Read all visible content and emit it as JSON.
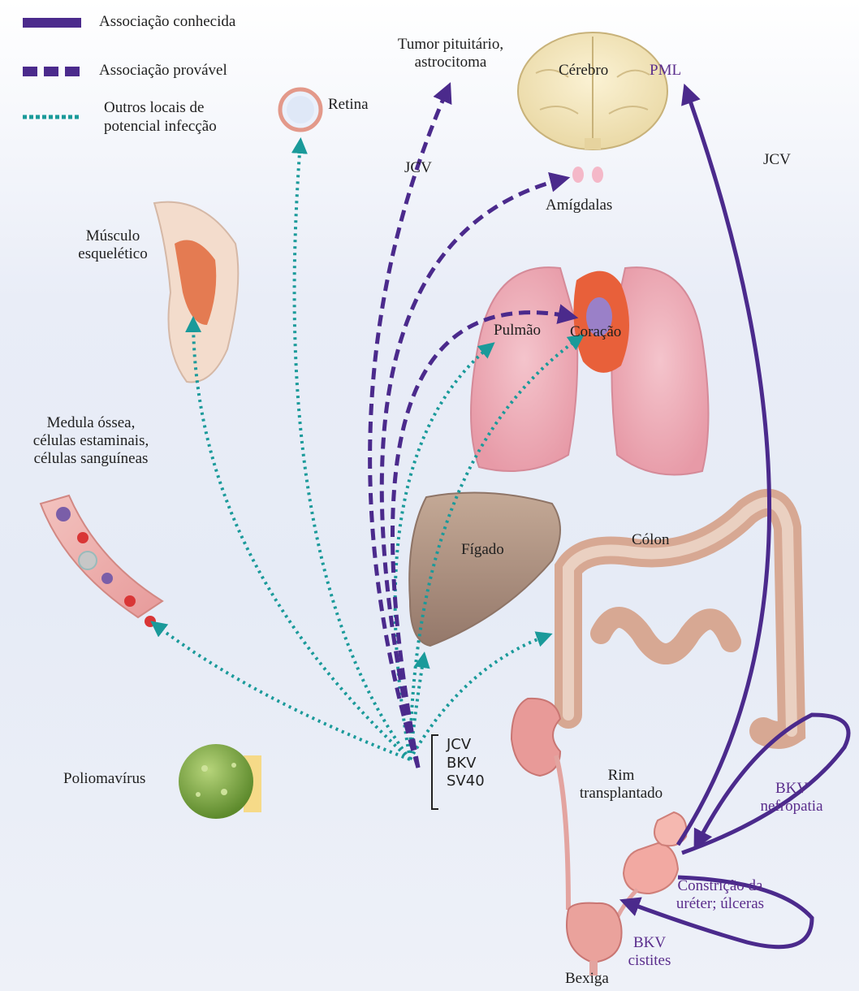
{
  "legend": {
    "known": "Associação conhecida",
    "probable": "Associação provável",
    "other_line1": "Outros locais de",
    "other_line2": "potencial infecção"
  },
  "labels": {
    "tumor_line1": "Tumor pituitário,",
    "tumor_line2": "astrocitoma",
    "brain": "Cérebro",
    "pml": "PML",
    "retina": "Retina",
    "jcv_left": "JCV",
    "jcv_right": "JCV",
    "tonsils": "Amígdalas",
    "muscle_line1": "Músculo",
    "muscle_line2": "esquelético",
    "lung": "Pulmão",
    "heart": "Coração",
    "marrow_line1": "Medula óssea,",
    "marrow_line2": "células estaminais,",
    "marrow_line3": "células sanguíneas",
    "liver": "Fígado",
    "colon": "Cólon",
    "polyoma": "Poliomavírus",
    "virus1": "JCV",
    "virus2": "BKV",
    "virus3": "SV40",
    "kidney_line1": "Rim",
    "kidney_line2": "transplantado",
    "bkv_neph_line1": "BKV",
    "bkv_neph_line2": "nefropatia",
    "constriction_line1": "Constrição da",
    "constriction_line2": "uréter; úlceras",
    "bkv_cyst_line1": "BKV",
    "bkv_cyst_line2": "cistites",
    "bladder": "Bexiga"
  },
  "colors": {
    "known": "#4b2a8c",
    "probable": "#4b2a8c",
    "other": "#1a9a9a",
    "purple_text": "#5a2d8c"
  }
}
